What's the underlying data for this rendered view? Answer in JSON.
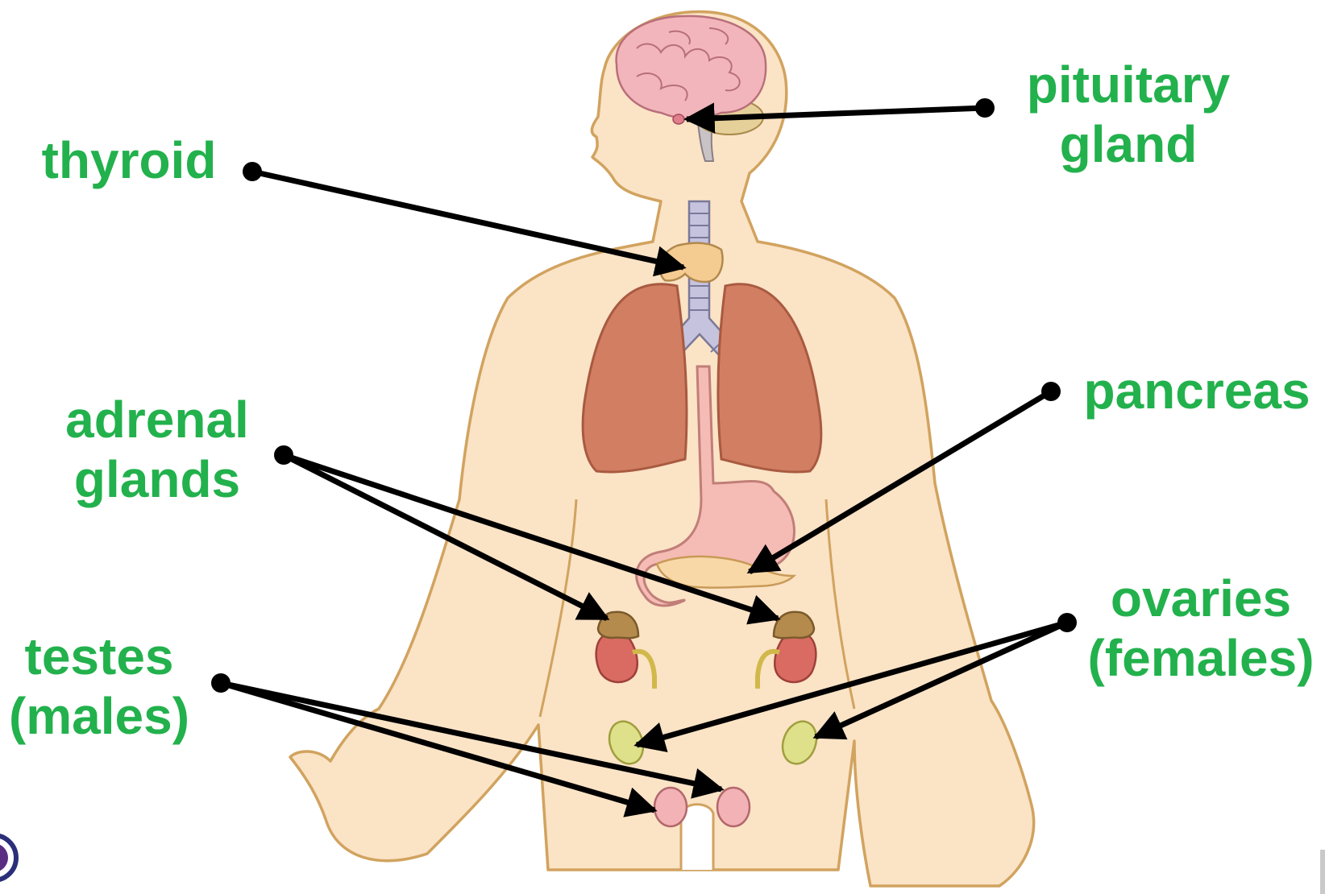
{
  "colors": {
    "label": "#22b14c",
    "skin": "#fbe3c6",
    "skin_outline": "#d1a35f",
    "lung": "#d27e62",
    "lung_outline": "#a85a40",
    "brain": "#f2b5bb",
    "brain_outline": "#b86f7a",
    "stomach": "#f5bcb5",
    "pancreas": "#f8d8a7",
    "kidney": "#d96b63",
    "adrenal": "#b58a4d",
    "gonad_ovary": "#dfe08a",
    "gonad_testis": "#f3b2b5",
    "trachea": "#c5c3de",
    "arrow": "#000000"
  },
  "labels": {
    "pituitary": [
      "pituitary",
      "gland"
    ],
    "thyroid": [
      "thyroid"
    ],
    "pancreas": [
      "pancreas"
    ],
    "adrenal": [
      "adrenal",
      "glands"
    ],
    "ovaries": [
      "ovaries",
      "(females)"
    ],
    "testes": [
      "testes",
      "(males)"
    ]
  }
}
